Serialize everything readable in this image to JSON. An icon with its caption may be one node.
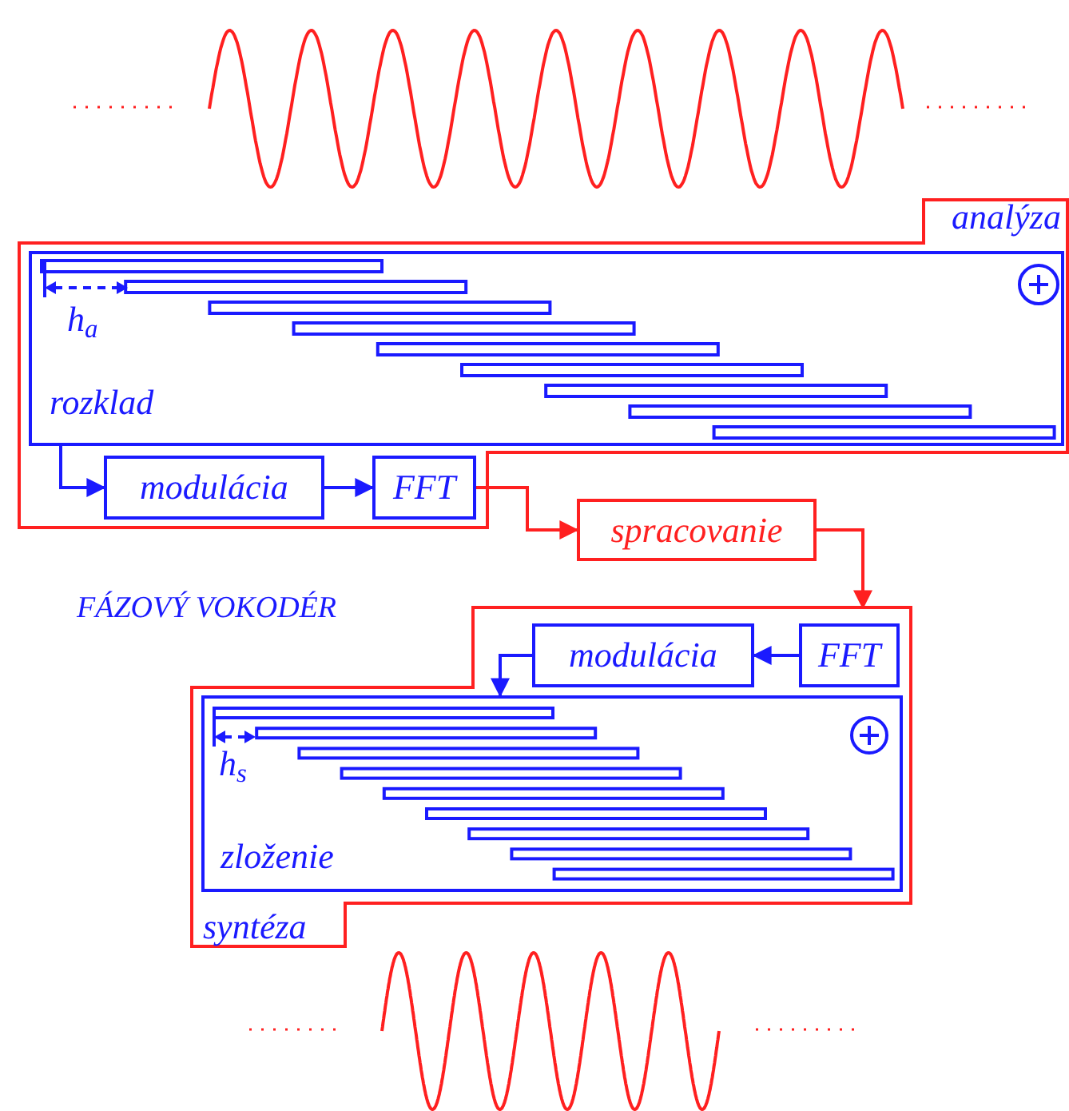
{
  "diagram": {
    "title": "FÁZOVÝ VOKODÉR",
    "nodes": [
      {
        "text": [
          "analýza"
        ]
      },
      {
        "text": [
          "rozklad"
        ],
        "in": 0
      },
      {
        "text": [
          "modulácia"
        ],
        "in": 0
      },
      {
        "text": [
          "FFT"
        ],
        "in": 0
      },
      {
        "text": [
          "spracovanie"
        ]
      },
      {
        "text": [
          "syntéza"
        ]
      },
      {
        "text": [
          "modulácia"
        ],
        "in": 5
      },
      {
        "text": [
          "FFT"
        ],
        "in": 5
      },
      {
        "text": [
          "zloženie"
        ],
        "in": 5
      }
    ],
    "edges": [
      {
        "from": 1,
        "to": 2,
        "arrow": "to"
      },
      {
        "from": 2,
        "to": 3,
        "arrow": "to"
      },
      {
        "from": 3,
        "to": 4,
        "arrow": "to",
        "color": "#ff2020"
      },
      {
        "from": 4,
        "to": 5,
        "arrow": "to",
        "color": "#ff2020"
      },
      {
        "from": 7,
        "to": 6,
        "arrow": "to"
      },
      {
        "from": 6,
        "to": 8,
        "arrow": "to"
      }
    ],
    "labels": [
      "h$_{a}$",
      "h$_{s}$"
    ]
  }
}
